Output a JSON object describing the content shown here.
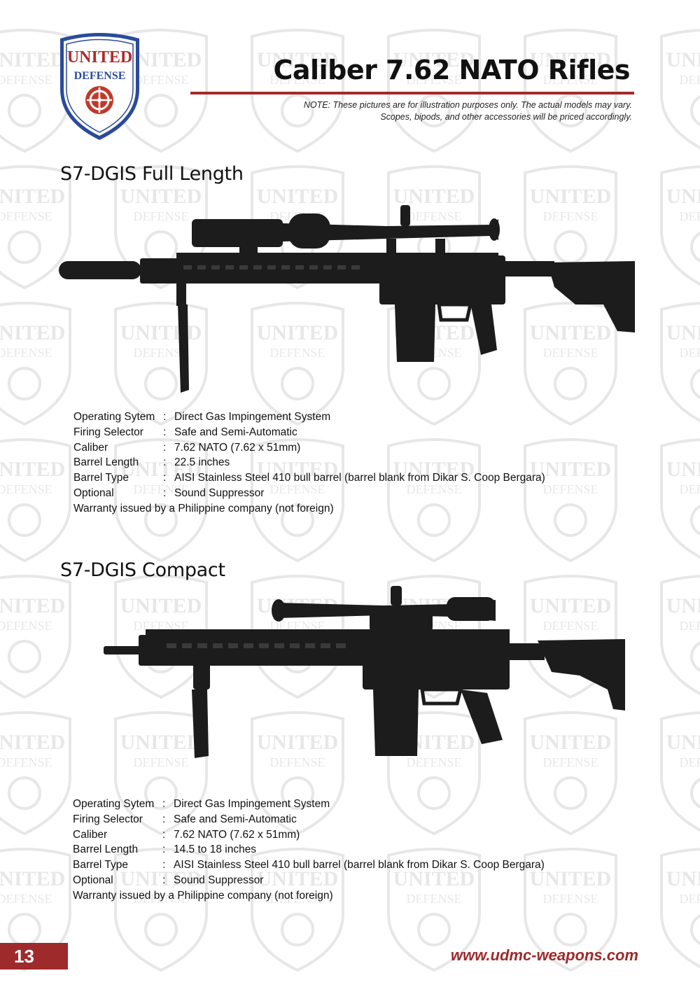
{
  "header": {
    "logo_top": "UNITED",
    "logo_bottom": "DEFENSE",
    "title": "Caliber 7.62 NATO Rifles",
    "note_line1": "NOTE: These pictures are for illustration purposes only. The actual models may vary.",
    "note_line2": "Scopes, bipods, and other accessories will be priced accordingly."
  },
  "watermark": {
    "top": "UNITED",
    "bottom": "DEFENSE"
  },
  "products": [
    {
      "name": "S7-DGIS Full Length",
      "specs": [
        {
          "label": "Operating Sytem",
          "value": "Direct Gas Impingement System"
        },
        {
          "label": "Firing Selector",
          "value": "Safe and Semi-Automatic"
        },
        {
          "label": "Caliber",
          "value": "7.62 NATO (7.62 x 51mm)"
        },
        {
          "label": "Barrel Length",
          "value": "22.5 inches"
        },
        {
          "label": "Barrel Type",
          "value": "AISI Stainless Steel 410 bull barrel (barrel blank from Dikar S. Coop Bergara)"
        },
        {
          "label": "Optional",
          "value": "Sound Suppressor"
        }
      ],
      "warranty": "Warranty issued by a Philippine company (not foreign)"
    },
    {
      "name": "S7-DGIS Compact",
      "specs": [
        {
          "label": "Operating Sytem",
          "value": "Direct Gas Impingement System"
        },
        {
          "label": "Firing Selector",
          "value": "Safe and Semi-Automatic"
        },
        {
          "label": "Caliber",
          "value": "7.62 NATO (7.62 x 51mm)"
        },
        {
          "label": "Barrel Length",
          "value": "14.5 to 18 inches"
        },
        {
          "label": "Barrel Type",
          "value": "AISI Stainless Steel 410 bull barrel (barrel blank from Dikar S. Coop Bergara)"
        },
        {
          "label": "Optional",
          "value": "Sound Suppressor"
        }
      ],
      "warranty": "Warranty issued by a Philippine company (not foreign)"
    }
  ],
  "footer": {
    "page_number": "13",
    "website": "www.udmc-weapons.com"
  },
  "colors": {
    "accent": "#9e2a2b",
    "brand_blue": "#2b4b9a",
    "text": "#111111"
  },
  "icons": {
    "logo": "united-defense-shield-logo",
    "rifle1": "rifle-full-length-image",
    "rifle2": "rifle-compact-image"
  }
}
